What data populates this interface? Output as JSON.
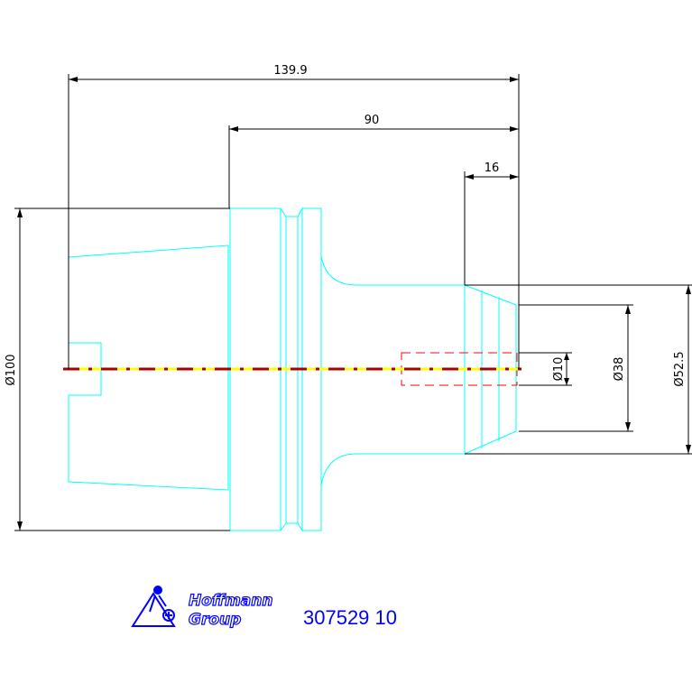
{
  "dimensions": {
    "overall_length": "139.9",
    "shank_length": "90",
    "cone_length": "16",
    "diameter_100": "Ø100",
    "diameter_10": "Ø10",
    "diameter_38": "Ø38",
    "diameter_52_5": "Ø52.5"
  },
  "brand": {
    "line1": "Hoffmann",
    "line2": "Group"
  },
  "part_number": "307529 10",
  "colors": {
    "outline": "#00ffff",
    "dimension": "#000000",
    "centerline": "#aa0000",
    "brand": "#0000ff",
    "hidden": "#ff0000"
  }
}
